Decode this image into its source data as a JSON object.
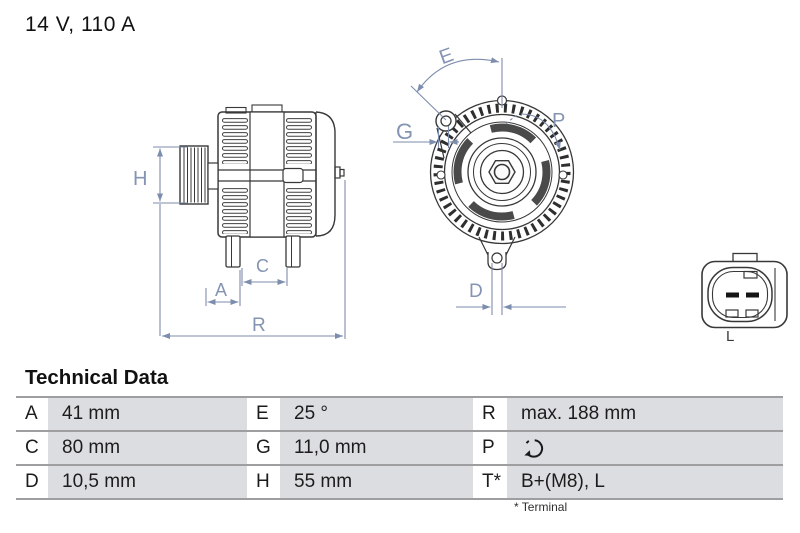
{
  "header": {
    "rating": "14 V, 110 A"
  },
  "diagram": {
    "dimension_color": "#7D8DAD",
    "line_color": "#383838",
    "side_view": {
      "labels": {
        "H": "H",
        "A": "A",
        "C": "C",
        "R": "R"
      }
    },
    "front_view": {
      "labels": {
        "E": "E",
        "G": "G",
        "P": "P",
        "D": "D"
      }
    },
    "connector": {
      "label": "L"
    }
  },
  "table": {
    "title": "Technical Data",
    "cell_bg": "#DCDDE0",
    "separator_color": "#9E9EA1",
    "rotation_icon": "counterclockwise-rotation-icon",
    "rows": [
      [
        {
          "key": "A",
          "value": "41 mm"
        },
        {
          "key": "E",
          "value": "25 °"
        },
        {
          "key": "R",
          "value": "max. 188 mm"
        }
      ],
      [
        {
          "key": "C",
          "value": "80 mm"
        },
        {
          "key": "G",
          "value": "11,0 mm"
        },
        {
          "key": "P",
          "value": ""
        }
      ],
      [
        {
          "key": "D",
          "value": "10,5 mm"
        },
        {
          "key": "H",
          "value": "55 mm"
        },
        {
          "key": "T*",
          "value": "B+(M8), L"
        }
      ]
    ],
    "footnote": "* Terminal"
  }
}
